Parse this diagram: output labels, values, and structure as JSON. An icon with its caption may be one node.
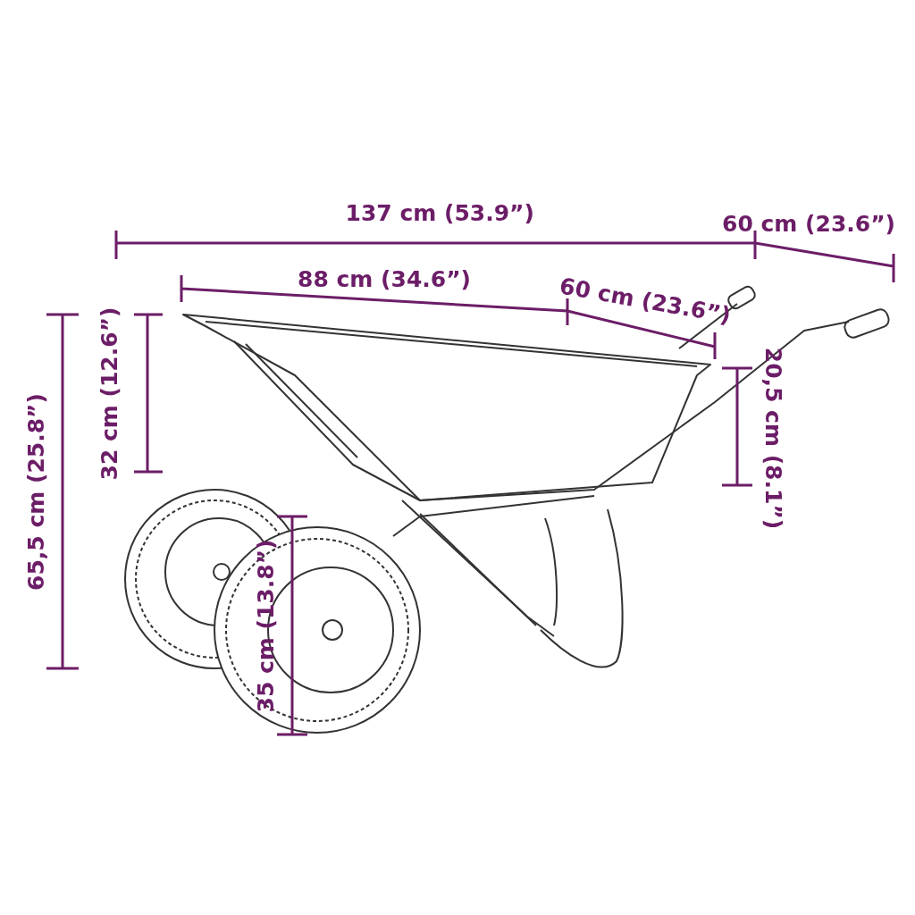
{
  "diagram": {
    "labels": [
      "137 cm (53.9”)",
      "60 cm (23.6”)",
      "88 cm (34.6”)",
      "60 cm (23.6”)",
      "65,5 cm (25.8”)",
      "32 cm (12.6”)",
      "20,5 cm (8.1”)",
      "35 cm (13.8”)"
    ]
  }
}
